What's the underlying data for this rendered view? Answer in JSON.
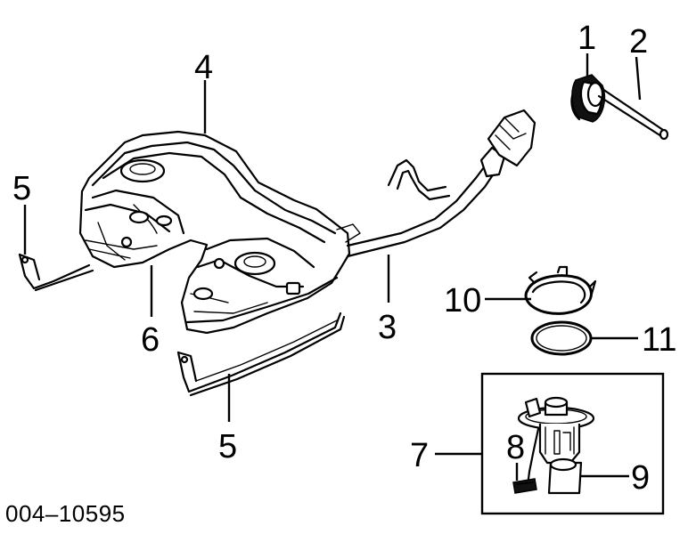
{
  "callouts": {
    "c1": "1",
    "c2": "2",
    "c3": "3",
    "c4": "4",
    "c5_left": "5",
    "c5_bottom": "5",
    "c6": "6",
    "c7": "7",
    "c8": "8",
    "c9": "9",
    "c10": "10",
    "c11": "11"
  },
  "diagram_code": "004–10595"
}
